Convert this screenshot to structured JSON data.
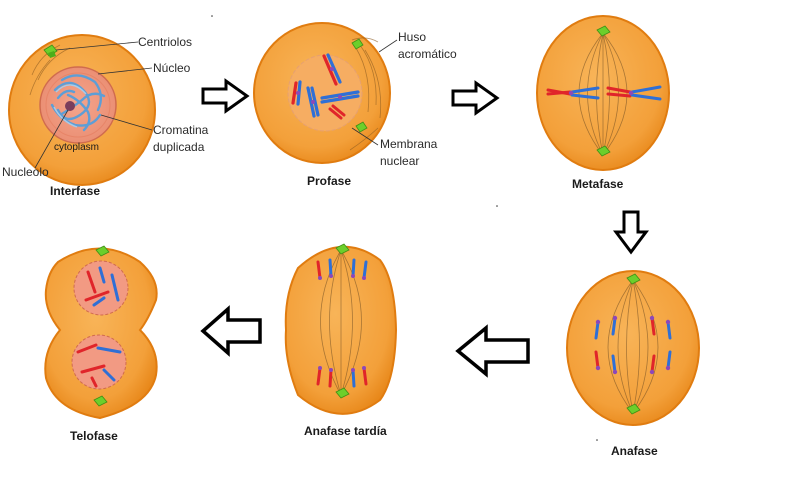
{
  "stages": {
    "interfase": "Interfase",
    "profase": "Profase",
    "metafase": "Metafase",
    "anafase": "Anafase",
    "anafase_tardia": "Anafase tardía",
    "telofase": "Telofase"
  },
  "labels": {
    "centriolos": "Centriolos",
    "nucleo": "Núcleo",
    "cromatina_line1": "Cromatina",
    "cromatina_line2": "duplicada",
    "nucleolo": "Nucleolo",
    "cytoplasm": "cytoplasm",
    "huso_line1": "Huso",
    "huso_line2": "acromático",
    "membrana_line1": "Membrana",
    "membrana_line2": "nuclear"
  },
  "colors": {
    "cell_fill": "#f4a13a",
    "cell_edge": "#e07c10",
    "nucleus_fill": "#f29a83",
    "chromatin": "#6ba7d8",
    "chrom_red": "#e0252a",
    "chrom_blue": "#2f6fd6",
    "centromere": "#8d48b8",
    "centriole": "#58c221",
    "arrow_stroke": "#000000"
  }
}
